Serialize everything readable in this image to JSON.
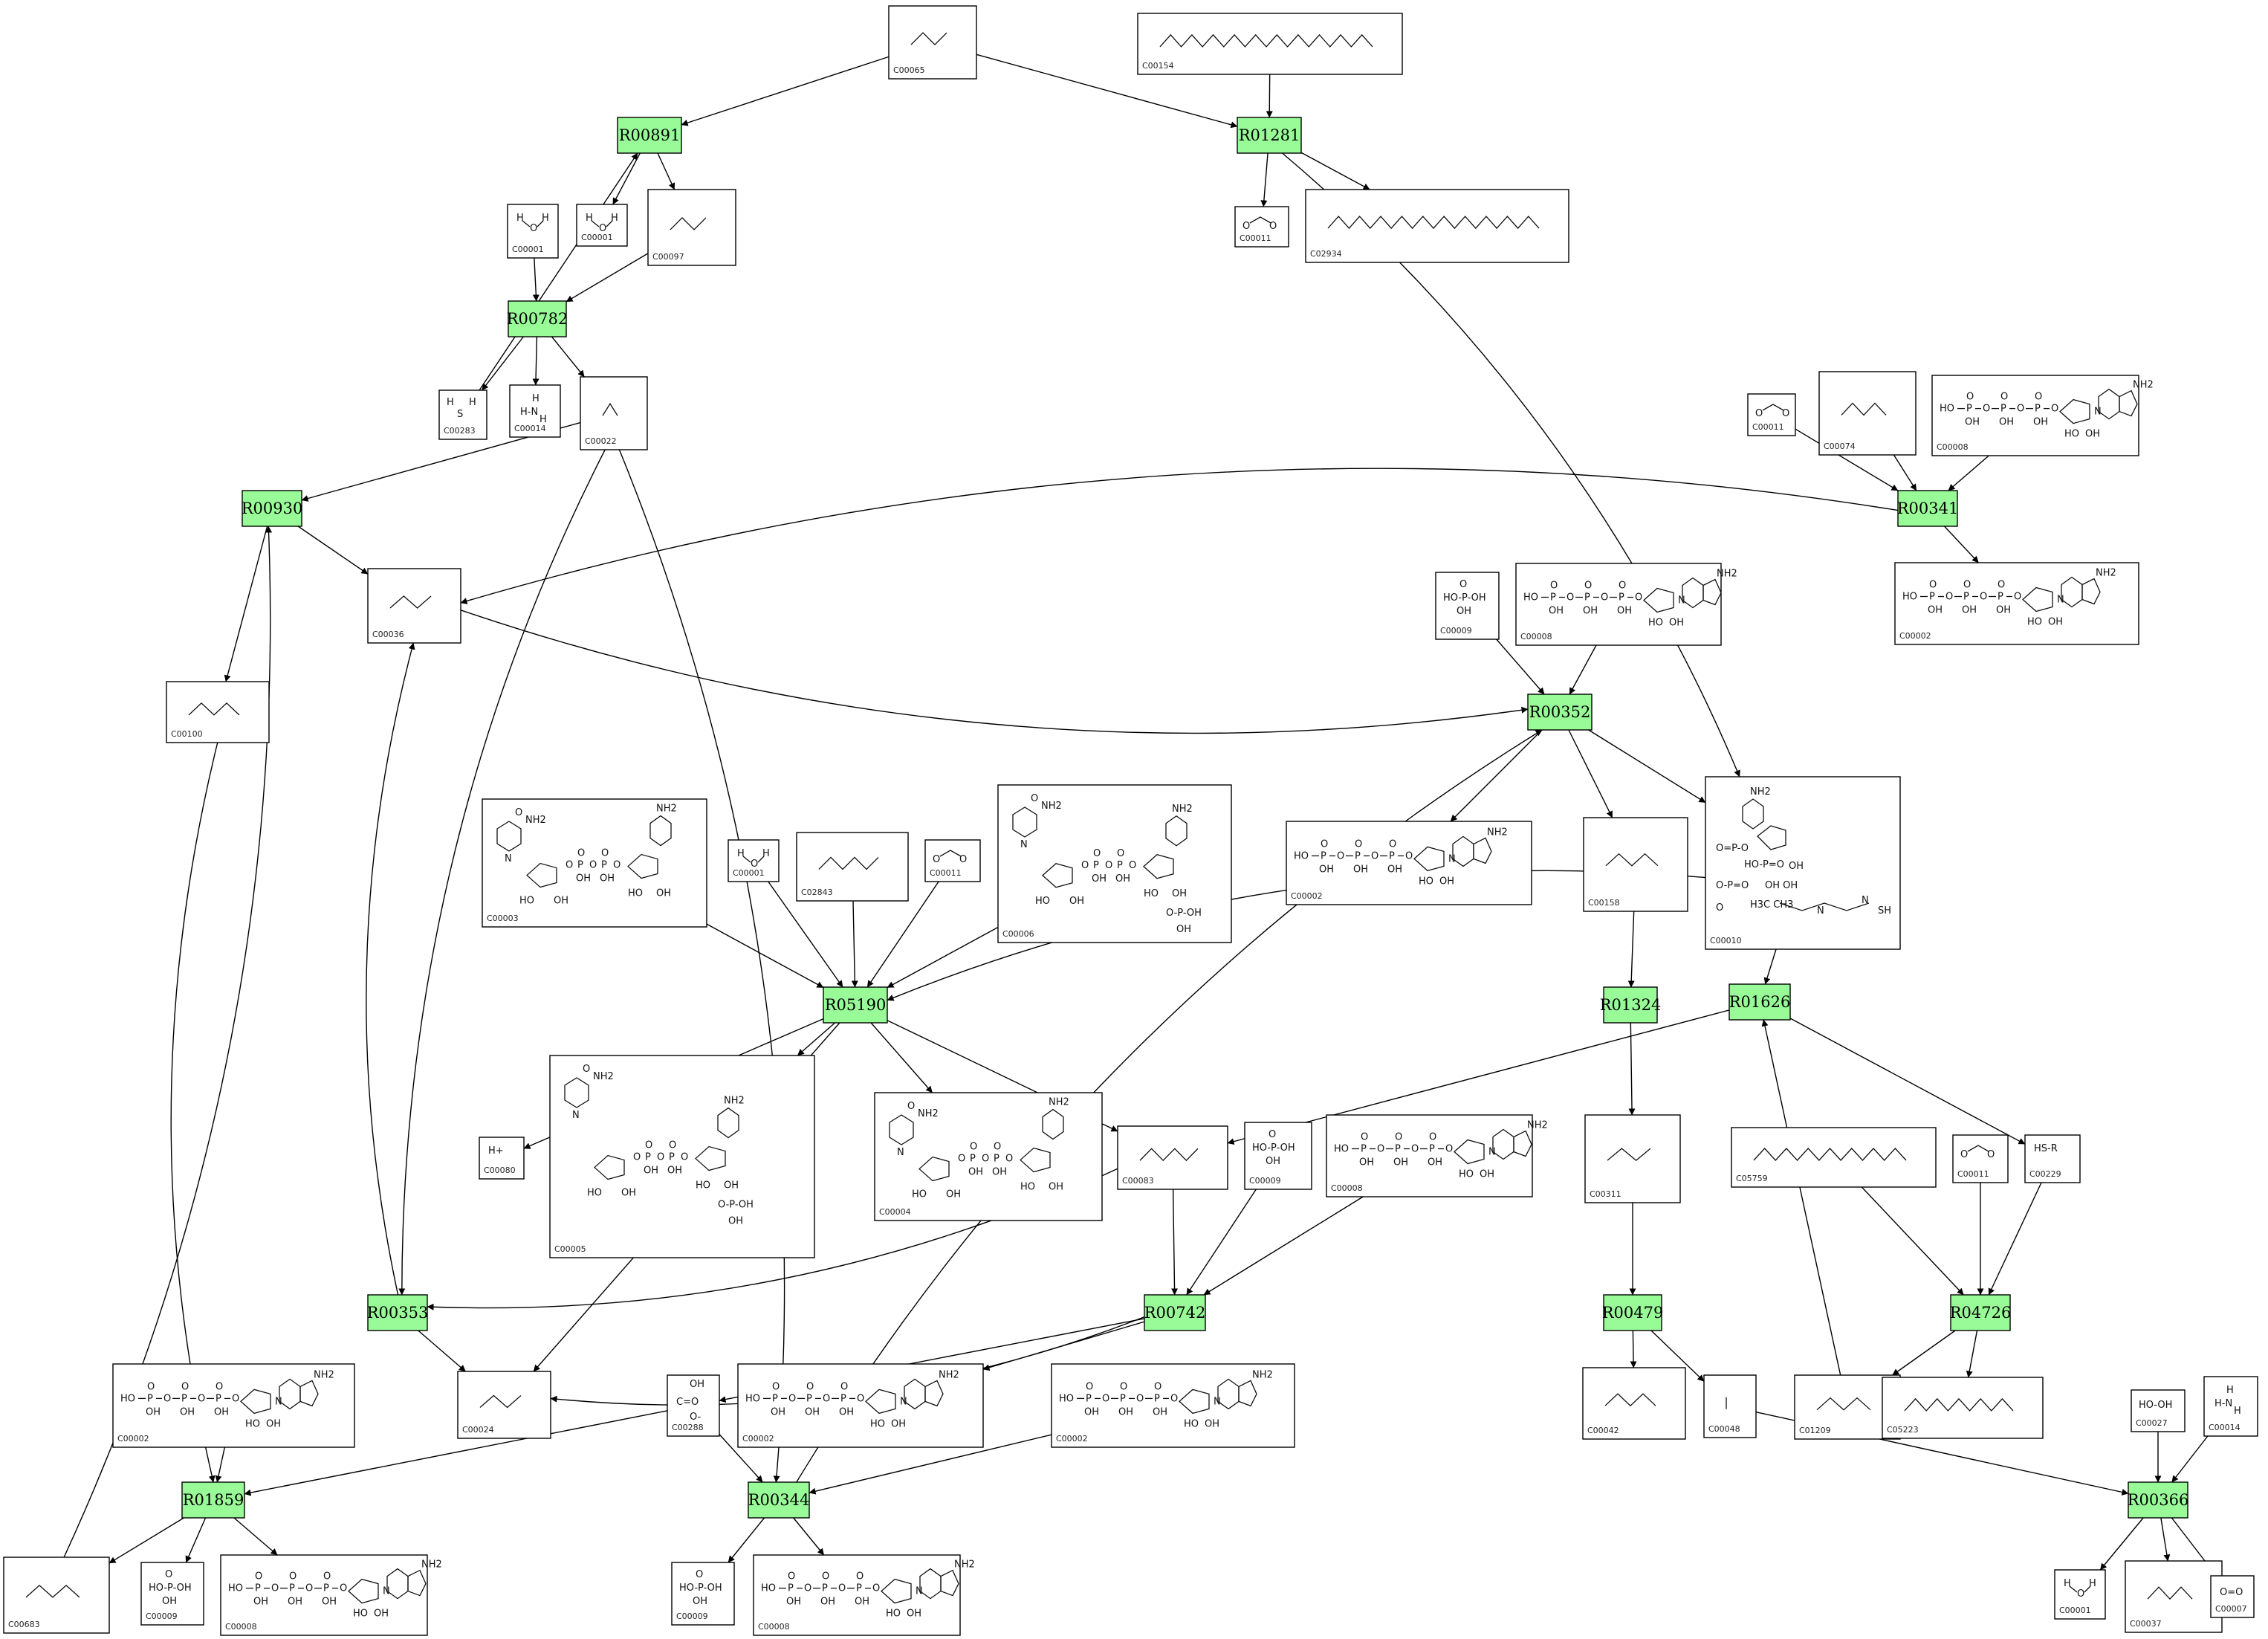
{
  "colors": {
    "reaction_fill": "#98fb98",
    "reaction_border": "#000000",
    "compound_border": "#000000",
    "edge": "#000000",
    "background": "#ffffff"
  },
  "reactions": [
    {
      "id": "R00891",
      "label": "R00891"
    },
    {
      "id": "R01281",
      "label": "R01281"
    },
    {
      "id": "R00782",
      "label": "R00782"
    },
    {
      "id": "R00930",
      "label": "R00930"
    },
    {
      "id": "R00341",
      "label": "R00341"
    },
    {
      "id": "R00352",
      "label": "R00352"
    },
    {
      "id": "R05190",
      "label": "R05190"
    },
    {
      "id": "R01324",
      "label": "R01324"
    },
    {
      "id": "R01626",
      "label": "R01626"
    },
    {
      "id": "R00353",
      "label": "R00353"
    },
    {
      "id": "R00742",
      "label": "R00742"
    },
    {
      "id": "R00479",
      "label": "R00479"
    },
    {
      "id": "R04726",
      "label": "R04726"
    },
    {
      "id": "R01859",
      "label": "R01859"
    },
    {
      "id": "R00344",
      "label": "R00344"
    },
    {
      "id": "R00366",
      "label": "R00366"
    }
  ],
  "compounds": [
    {
      "key": "c00065_top",
      "id": "C00065",
      "formula": "HO-C(=O)-CH(NH2)-CH2-OH"
    },
    {
      "key": "c00154",
      "id": "C00154",
      "formula": "H3C-(CH2)14-C(=O)-S-CoA"
    },
    {
      "key": "c00001_a",
      "id": "C00001",
      "formula": "H-O-H"
    },
    {
      "key": "c00001_b",
      "id": "C00001",
      "formula": "H-O-H"
    },
    {
      "key": "c00097",
      "id": "C00097",
      "formula": "HO-C(=O)-CH(NH2)-CH2-SH"
    },
    {
      "key": "c00011_a",
      "id": "C00011",
      "formula": "O=C=O"
    },
    {
      "key": "c02934",
      "id": "C02934",
      "formula": "HO-CH2-CH(NH2)-C(=O)-(CH2)14-CH3"
    },
    {
      "key": "c00283",
      "id": "C00283",
      "formula": "H-S-H"
    },
    {
      "key": "c00014_a",
      "id": "C00014",
      "formula": "H-N(H)-H"
    },
    {
      "key": "c00022",
      "id": "C00022",
      "formula": "H3C-C(=O)-C(=O)-OH"
    },
    {
      "key": "c00011_b",
      "id": "C00011",
      "formula": "O=C=O"
    },
    {
      "key": "c00074",
      "id": "C00074",
      "formula": "H2C=C(COOH)-O-P(=O)(OH)-OH"
    },
    {
      "key": "c00008_a",
      "id": "C00008",
      "formula": "ADP"
    },
    {
      "key": "c00036",
      "id": "C00036",
      "formula": "HO-C(=O)-CH2-C(=O)-C(=O)-OH"
    },
    {
      "key": "c00002_a",
      "id": "C00002",
      "formula": "ATP"
    },
    {
      "key": "c00009_a",
      "id": "C00009",
      "formula": "HO-P(=O)(OH)-OH"
    },
    {
      "key": "c00008_b",
      "id": "C00008",
      "formula": "ADP"
    },
    {
      "key": "c00100",
      "id": "C00100",
      "formula": "H3C-CH2-C(=O)-S-CoA"
    },
    {
      "key": "c00003",
      "id": "C00003",
      "formula": "NAD+"
    },
    {
      "key": "c00001_c",
      "id": "C00001",
      "formula": "H-O-H"
    },
    {
      "key": "c02843",
      "id": "C02843",
      "formula": "H3C-[CH2]2n-C(=O)-S-CoA"
    },
    {
      "key": "c00011_c",
      "id": "C00011",
      "formula": "O=C=O"
    },
    {
      "key": "c00006",
      "id": "C00006",
      "formula": "NADP+"
    },
    {
      "key": "c00002_b",
      "id": "C00002",
      "formula": "ATP"
    },
    {
      "key": "c00158",
      "id": "C00158",
      "formula": "Citrate"
    },
    {
      "key": "c00010",
      "id": "C00010",
      "formula": "CoA-SH"
    },
    {
      "key": "c00080",
      "id": "C00080",
      "formula": "H+"
    },
    {
      "key": "c00005",
      "id": "C00005",
      "formula": "NADPH"
    },
    {
      "key": "c00004",
      "id": "C00004",
      "formula": "NADH"
    },
    {
      "key": "c00083",
      "id": "C00083",
      "formula": "HO-C(=O)-CH2-C(=O)-S-CoA"
    },
    {
      "key": "c00009_b",
      "id": "C00009",
      "formula": "HO-P(=O)(OH)-OH"
    },
    {
      "key": "c00008_c",
      "id": "C00008",
      "formula": "ADP"
    },
    {
      "key": "c00311",
      "id": "C00311",
      "formula": "Isocitrate"
    },
    {
      "key": "c05759",
      "id": "C05759",
      "formula": "H3C-(CH2)10-C(=O)-CH2-C(=O)-S-R"
    },
    {
      "key": "c00011_d",
      "id": "C00011",
      "formula": "O=C=O"
    },
    {
      "key": "c00229",
      "id": "C00229",
      "formula": "HS-R"
    },
    {
      "key": "c00002_c",
      "id": "C00002",
      "formula": "ATP"
    },
    {
      "key": "c00024",
      "id": "C00024",
      "formula": "H3C-C(=O)-S-CoA"
    },
    {
      "key": "c00288",
      "id": "C00288",
      "formula": "HO-C(=O)-O-"
    },
    {
      "key": "c00002_d",
      "id": "C00002",
      "formula": "ATP"
    },
    {
      "key": "c00002_e",
      "id": "C00002",
      "formula": "ATP"
    },
    {
      "key": "c00042",
      "id": "C00042",
      "formula": "HO-C(=O)-CH2-CH2-C(=O)-OH"
    },
    {
      "key": "c00048",
      "id": "C00048",
      "formula": "HO-C(=O)-C(=O)H"
    },
    {
      "key": "c01209",
      "id": "C01209",
      "formula": "HO-C(=O)-CH2-C(=O)-S-R"
    },
    {
      "key": "c05223",
      "id": "C05223",
      "formula": "H3C-(CH2)10-C(=O)-S-R"
    },
    {
      "key": "c00027",
      "id": "C00027",
      "formula": "HO-OH"
    },
    {
      "key": "c00014_b",
      "id": "C00014",
      "formula": "H-N(H)-H"
    },
    {
      "key": "c00683",
      "id": "C00683",
      "formula": "HO-C(=O)-C(CH3)-C(=O)-S-CoA"
    },
    {
      "key": "c00009_c",
      "id": "C00009",
      "formula": "HO-P(=O)(OH)-OH"
    },
    {
      "key": "c00008_d",
      "id": "C00008",
      "formula": "ADP"
    },
    {
      "key": "c00009_d",
      "id": "C00009",
      "formula": "HO-P(=O)(OH)-OH"
    },
    {
      "key": "c00008_e",
      "id": "C00008",
      "formula": "ADP"
    },
    {
      "key": "c00001_d",
      "id": "C00001",
      "formula": "H-O-H"
    },
    {
      "key": "c00037",
      "id": "C00037",
      "formula": "HO-C(=O)-CH2-NH2"
    },
    {
      "key": "c00007",
      "id": "C00007",
      "formula": "O=O"
    }
  ],
  "edges": [
    {
      "from": "c00065_top",
      "to": "R00891"
    },
    {
      "from": "c00065_top",
      "to": "R01281"
    },
    {
      "from": "c00154",
      "to": "R01281"
    },
    {
      "from": "R00891",
      "to": "c00001_b"
    },
    {
      "from": "R00891",
      "to": "c00097"
    },
    {
      "from": "c00283",
      "to": "R00891"
    },
    {
      "from": "R01281",
      "to": "c00011_a"
    },
    {
      "from": "R01281",
      "to": "c02934"
    },
    {
      "from": "R01281",
      "to": "c00010"
    },
    {
      "from": "c00001_a",
      "to": "R00782"
    },
    {
      "from": "c00097",
      "to": "R00782"
    },
    {
      "from": "R00782",
      "to": "c00283"
    },
    {
      "from": "R00782",
      "to": "c00014_a"
    },
    {
      "from": "R00782",
      "to": "c00022"
    },
    {
      "from": "c00022",
      "to": "R00930"
    },
    {
      "from": "c00022",
      "to": "R00353"
    },
    {
      "from": "c00022",
      "to": "R00344"
    },
    {
      "from": "c00683",
      "to": "R00930"
    },
    {
      "from": "R00930",
      "to": "c00036"
    },
    {
      "from": "R00930",
      "to": "c00100"
    },
    {
      "from": "c00011_b",
      "to": "R00341"
    },
    {
      "from": "c00074",
      "to": "R00341"
    },
    {
      "from": "c00008_a",
      "to": "R00341"
    },
    {
      "from": "R00341",
      "to": "c00036"
    },
    {
      "from": "R00341",
      "to": "c00002_a"
    },
    {
      "from": "c00036",
      "to": "R00352"
    },
    {
      "from": "c00009_a",
      "to": "R00352"
    },
    {
      "from": "c00008_b",
      "to": "R00352"
    },
    {
      "from": "R00352",
      "to": "c00002_b"
    },
    {
      "from": "R00352",
      "to": "c00158"
    },
    {
      "from": "R00352",
      "to": "c00010"
    },
    {
      "from": "c00100",
      "to": "R01859"
    },
    {
      "from": "c00003",
      "to": "R05190"
    },
    {
      "from": "c00001_c",
      "to": "R05190"
    },
    {
      "from": "c02843",
      "to": "R05190"
    },
    {
      "from": "c00011_c",
      "to": "R05190"
    },
    {
      "from": "c00006",
      "to": "R05190"
    },
    {
      "from": "c00010",
      "to": "R05190"
    },
    {
      "from": "R05190",
      "to": "c00080"
    },
    {
      "from": "R05190",
      "to": "c00005"
    },
    {
      "from": "R05190",
      "to": "c00004"
    },
    {
      "from": "R05190",
      "to": "c00083"
    },
    {
      "from": "R05190",
      "to": "c00024"
    },
    {
      "from": "c00158",
      "to": "R01324"
    },
    {
      "from": "R01324",
      "to": "c00311"
    },
    {
      "from": "c00010",
      "to": "R01626"
    },
    {
      "from": "R01626",
      "to": "c00083"
    },
    {
      "from": "R01626",
      "to": "c00229"
    },
    {
      "from": "c00083",
      "to": "R00353"
    },
    {
      "from": "c00083",
      "to": "R00742"
    },
    {
      "from": "R00353",
      "to": "c00036"
    },
    {
      "from": "R00353",
      "to": "c00024"
    },
    {
      "from": "c00009_b",
      "to": "R00742"
    },
    {
      "from": "c00008_c",
      "to": "R00742"
    },
    {
      "from": "R00742",
      "to": "c00024"
    },
    {
      "from": "R00742",
      "to": "c00288"
    },
    {
      "from": "R00742",
      "to": "c00002_d"
    },
    {
      "from": "c00311",
      "to": "R00479"
    },
    {
      "from": "R00479",
      "to": "c00042"
    },
    {
      "from": "R00479",
      "to": "c00048"
    },
    {
      "from": "c00048",
      "to": "R00366"
    },
    {
      "from": "c01209",
      "to": "R01626"
    },
    {
      "from": "c05759",
      "to": "R04726"
    },
    {
      "from": "c00011_d",
      "to": "R04726"
    },
    {
      "from": "c00229",
      "to": "R04726"
    },
    {
      "from": "R04726",
      "to": "c01209"
    },
    {
      "from": "R04726",
      "to": "c05223"
    },
    {
      "from": "c00002_c",
      "to": "R01859"
    },
    {
      "from": "c00288",
      "to": "R01859"
    },
    {
      "from": "R01859",
      "to": "c00683"
    },
    {
      "from": "R01859",
      "to": "c00009_c"
    },
    {
      "from": "R01859",
      "to": "c00008_d"
    },
    {
      "from": "c00288",
      "to": "R00344"
    },
    {
      "from": "c00002_e",
      "to": "R00344"
    },
    {
      "from": "R00344",
      "to": "c00009_d"
    },
    {
      "from": "R00344",
      "to": "c00008_e"
    },
    {
      "from": "R00344",
      "to": "R00352"
    },
    {
      "from": "c00027",
      "to": "R00366"
    },
    {
      "from": "c00014_b",
      "to": "R00366"
    },
    {
      "from": "R00366",
      "to": "c00001_d"
    },
    {
      "from": "R00366",
      "to": "c00037"
    },
    {
      "from": "R00366",
      "to": "c00007"
    }
  ]
}
